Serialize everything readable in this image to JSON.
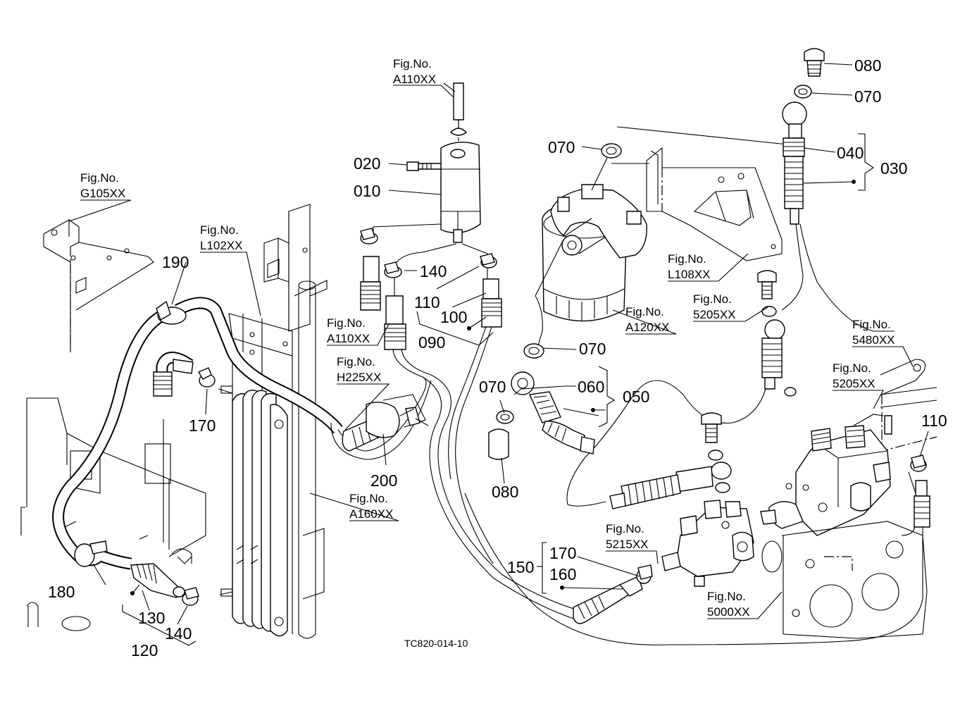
{
  "fig_refs": {
    "a110_top": {
      "line1": "Fig.No.",
      "line2": "A110XX"
    },
    "g105": {
      "line1": "Fig.No.",
      "line2": "G105XX"
    },
    "l102": {
      "line1": "Fig.No.",
      "line2": "L102XX"
    },
    "a110_mid": {
      "line1": "Fig.No.",
      "line2": "A110XX"
    },
    "h225": {
      "line1": "Fig.No.",
      "line2": "H225XX"
    },
    "a160": {
      "line1": "Fig.No.",
      "line2": "A160XX"
    },
    "a120": {
      "line1": "Fig.No.",
      "line2": "A120XX"
    },
    "l108": {
      "line1": "Fig.No.",
      "line2": "L108XX"
    },
    "f5205a": {
      "line1": "Fig.No.",
      "line2": "5205XX"
    },
    "f5480": {
      "line1": "Fig.No.",
      "line2": "5480XX"
    },
    "f5205b": {
      "line1": "Fig.No.",
      "line2": "5205XX"
    },
    "f5215": {
      "line1": "Fig.No.",
      "line2": "5215XX"
    },
    "f5000": {
      "line1": "Fig.No.",
      "line2": "5000XX"
    }
  },
  "part_numbers": {
    "p080_top": "080",
    "p070_top": "070",
    "p040": "040",
    "p030": "030",
    "p070_upper": "070",
    "p020": "020",
    "p010": "010",
    "p140_mid": "140",
    "p110_mid": "110",
    "p100": "100",
    "p090": "090",
    "p190": "190",
    "p170_left": "170",
    "p200": "200",
    "p070_mid": "070",
    "p070_left": "070",
    "p060": "060",
    "p050": "050",
    "p080_left": "080",
    "p110_right": "110",
    "p170_low": "170",
    "p150": "150",
    "p160": "160",
    "p180": "180",
    "p130": "130",
    "p140_low": "140",
    "p120": "120"
  },
  "drawing_code": "TC820-014-10"
}
